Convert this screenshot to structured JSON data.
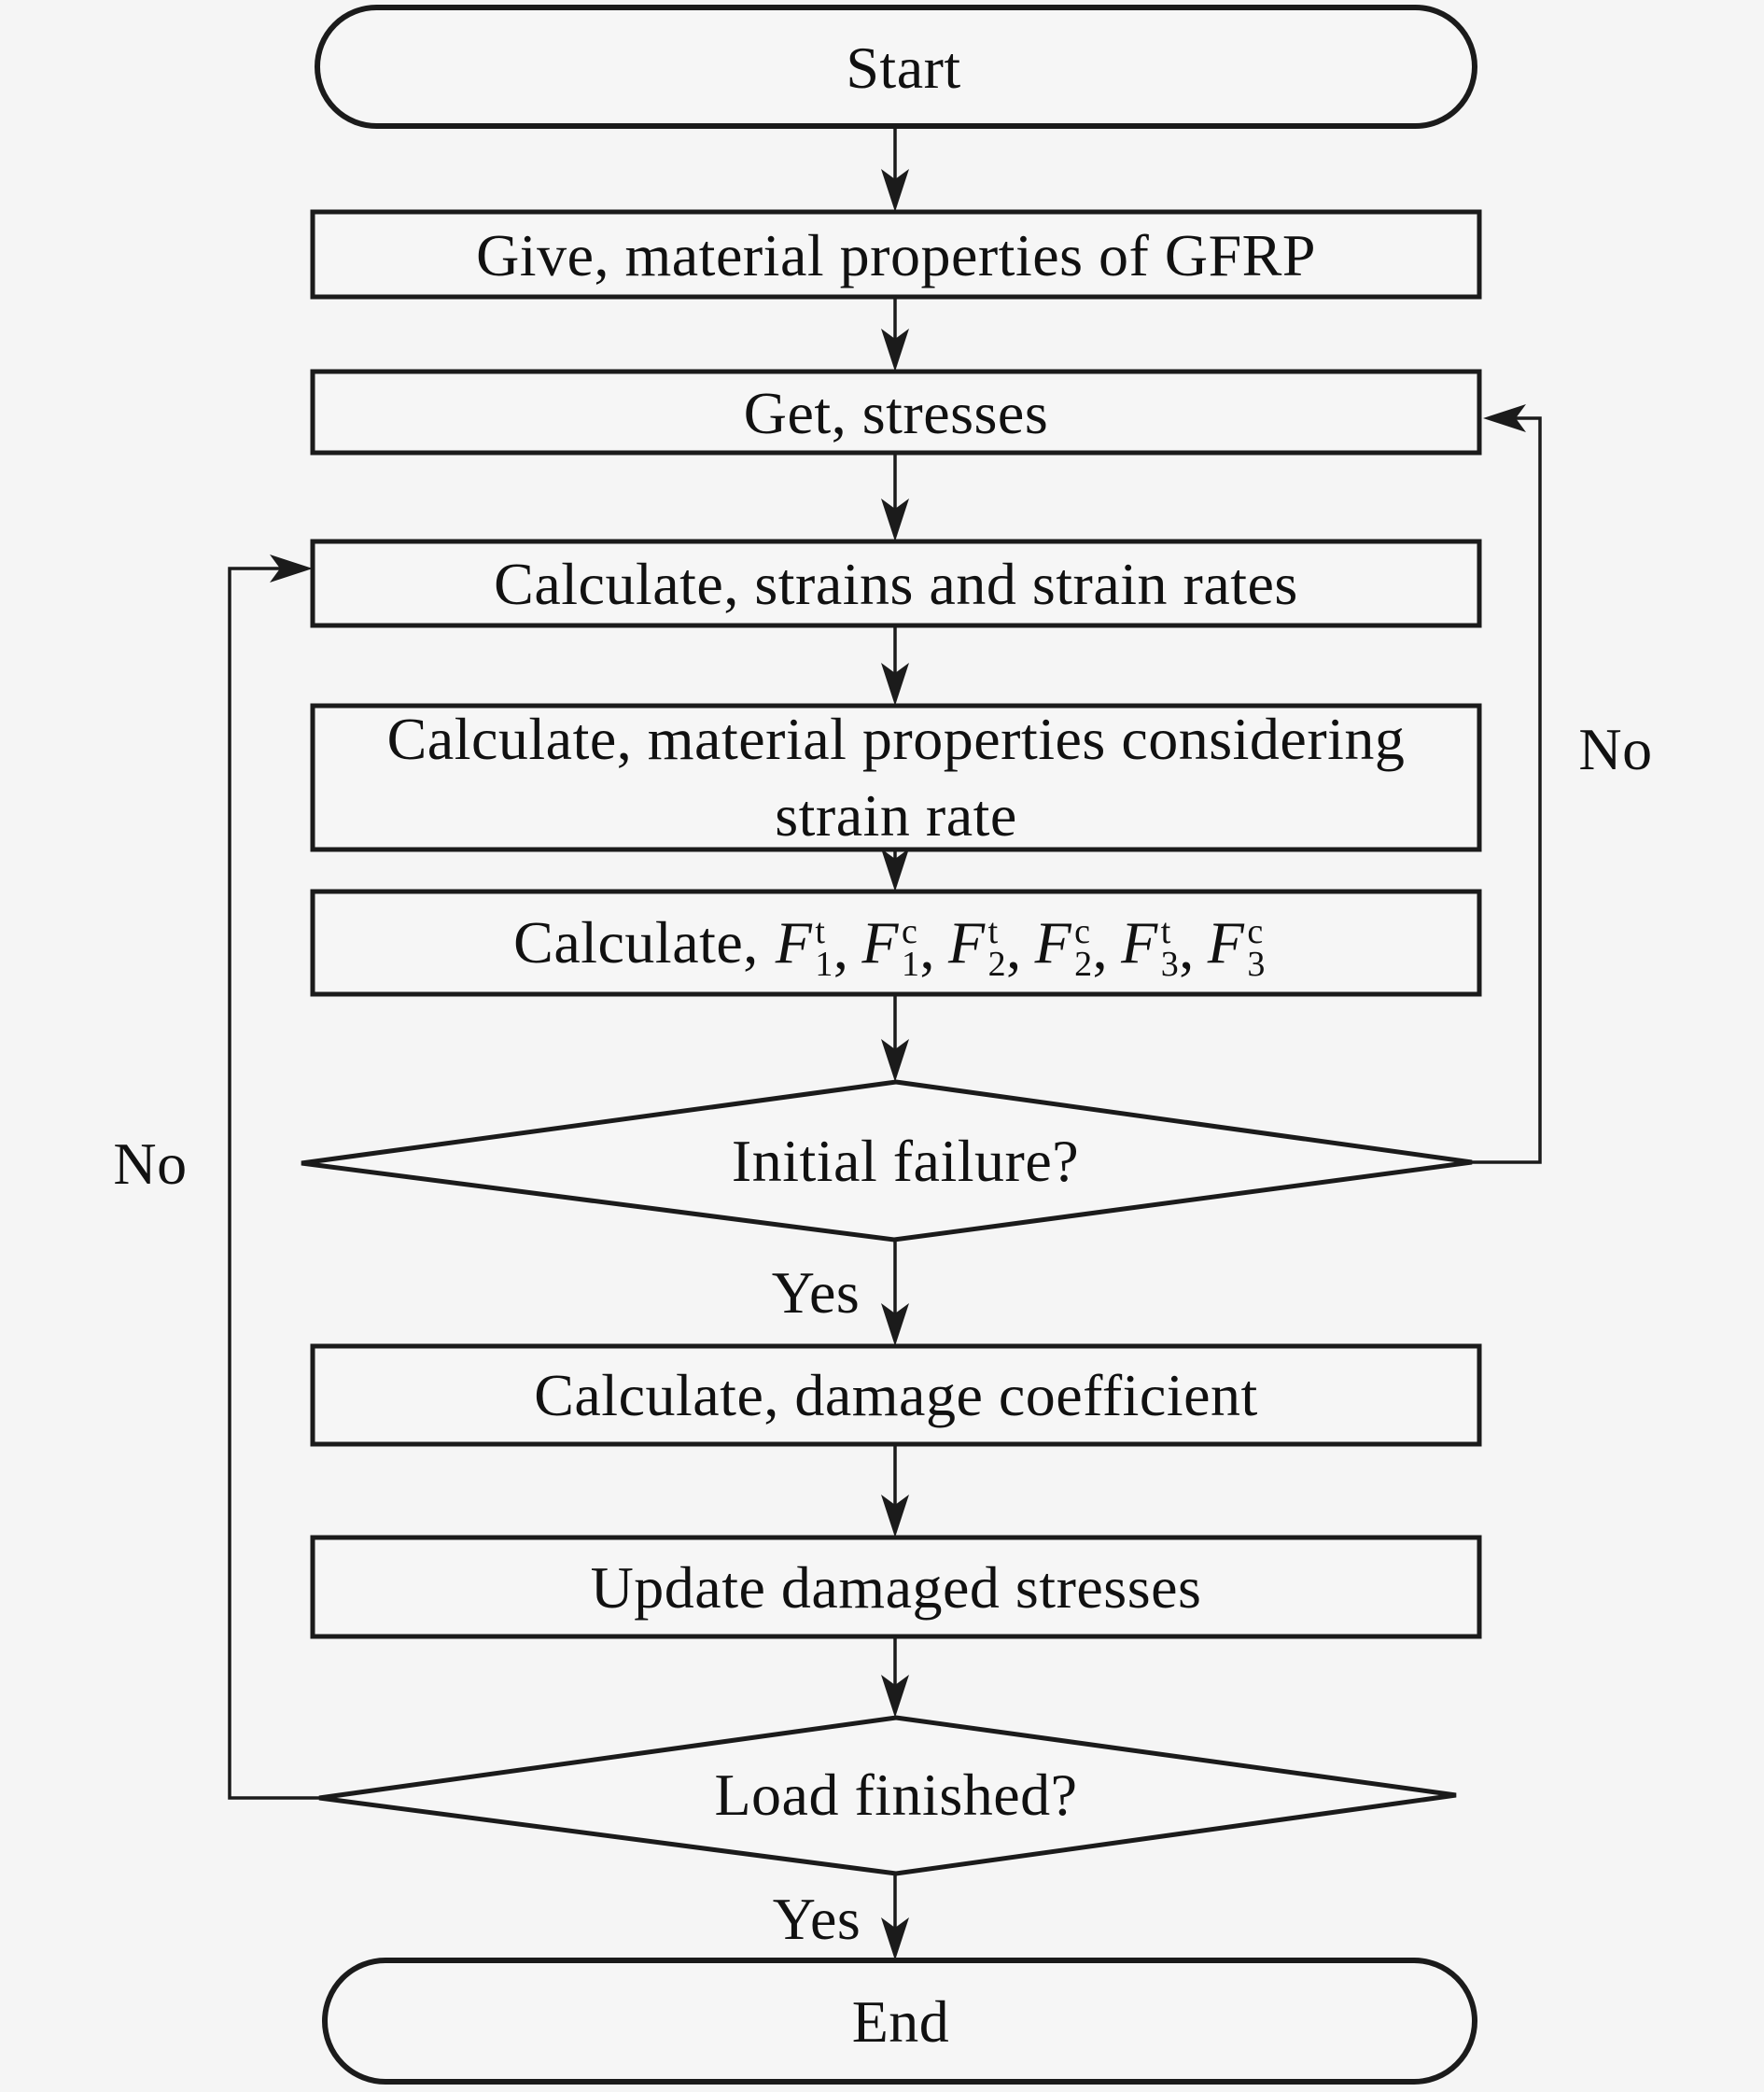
{
  "figure": {
    "colors": {
      "background": "#f5f5f5",
      "line": "#1b1b1b",
      "box_fill": "#f6f6f6",
      "text": "#111111"
    },
    "nodes": {
      "start": {
        "type": "terminator",
        "label": "Start"
      },
      "give": {
        "type": "process",
        "label": "Give, material properties of GFRP"
      },
      "get": {
        "type": "process",
        "label": "Get, stresses"
      },
      "strains": {
        "type": "process",
        "label": "Calculate, strains and strain rates"
      },
      "material": {
        "type": "process",
        "label_line1": "Calculate, material properties considering",
        "label_line2": "strain rate"
      },
      "criteria": {
        "type": "process",
        "label_prefix": "Calculate,",
        "terms": [
          {
            "base": "F",
            "sup": "t",
            "sub": "1",
            "tail": ","
          },
          {
            "base": "F",
            "sup": "c",
            "sub": "1",
            "tail": ","
          },
          {
            "base": "F",
            "sup": "t",
            "sub": "2",
            "tail": ","
          },
          {
            "base": "F",
            "sup": "c",
            "sub": "2",
            "tail": ","
          },
          {
            "base": "F",
            "sup": "t",
            "sub": "3",
            "tail": ","
          },
          {
            "base": "F",
            "sup": "c",
            "sub": "3",
            "tail": ""
          }
        ]
      },
      "initial_failure": {
        "type": "decision",
        "label": "Initial failure?"
      },
      "damage": {
        "type": "process",
        "label": "Calculate, damage coefficient"
      },
      "update": {
        "type": "process",
        "label": "Update damaged stresses"
      },
      "load_finished": {
        "type": "decision",
        "label": "Load finished?"
      },
      "end": {
        "type": "terminator",
        "label": "End"
      }
    },
    "edge_labels": {
      "initial_failure_yes": "Yes",
      "initial_failure_no": "No",
      "load_finished_yes": "Yes",
      "load_finished_no": "No"
    }
  }
}
